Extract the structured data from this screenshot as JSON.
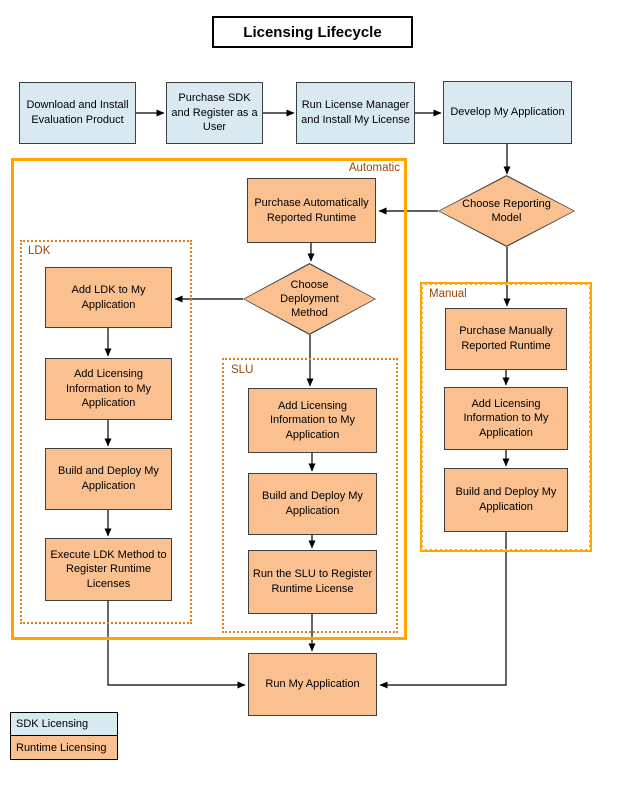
{
  "title": "Licensing Lifecycle",
  "colors": {
    "sdk_fill": "#D9E9F1",
    "runtime_fill": "#FAC090",
    "container_border": "#FFA502",
    "dotted_border": "#E97F10",
    "label_text": "#974706",
    "box_border": "#3F3F3F"
  },
  "top_row": {
    "steps": [
      "Download and Install Evaluation Product",
      "Purchase SDK and Register as a User",
      "Run License Manager and Install My License",
      "Develop My Application"
    ]
  },
  "decisions": {
    "reporting": "Choose Reporting Model",
    "deployment": "Choose Deployment Method"
  },
  "automatic": {
    "label": "Automatic",
    "purchase": "Purchase Automatically Reported Runtime",
    "ldk": {
      "label": "LDK",
      "steps": [
        "Add LDK to My Application",
        "Add Licensing Information to My Application",
        "Build and Deploy My Application",
        "Execute LDK Method to Register Runtime Licenses"
      ]
    },
    "slu": {
      "label": "SLU",
      "steps": [
        "Add Licensing Information to My Application",
        "Build and Deploy My Application",
        "Run the SLU to Register Runtime License"
      ]
    }
  },
  "manual": {
    "label": "Manual",
    "steps": [
      "Purchase Manually Reported Runtime",
      "Add Licensing Information to My Application",
      "Build and Deploy My Application"
    ]
  },
  "run_label": "Run My Application",
  "legend": {
    "sdk": "SDK Licensing",
    "runtime": "Runtime Licensing"
  }
}
